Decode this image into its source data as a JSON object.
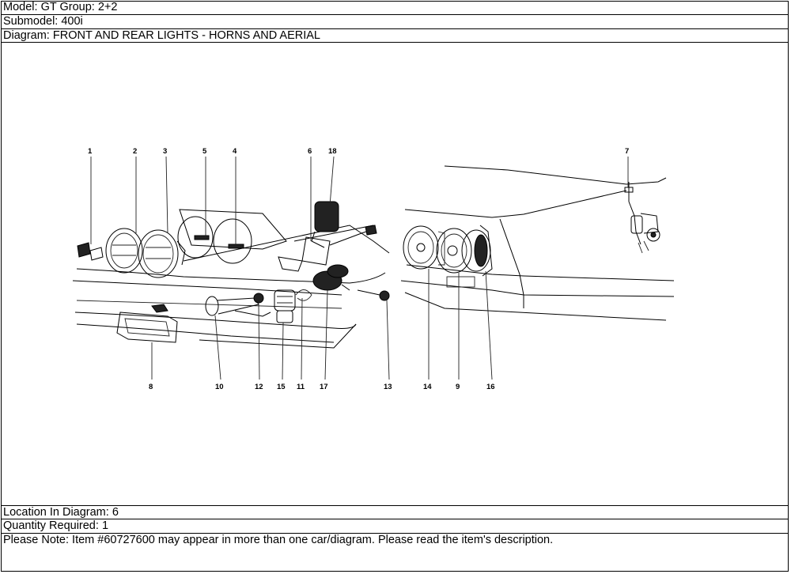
{
  "header": {
    "model_label": "Model:",
    "model_value": "GT Group: 2+2",
    "submodel_label": "Submodel:",
    "submodel_value": "400i",
    "diagram_label": "Diagram:",
    "diagram_value": "FRONT AND REAR LIGHTS - HORNS AND AERIAL"
  },
  "diagram": {
    "callouts": [
      "1",
      "2",
      "3",
      "5",
      "4",
      "6",
      "18",
      "7",
      "8",
      "10",
      "12",
      "15",
      "11",
      "17",
      "13",
      "14",
      "9",
      "16"
    ]
  },
  "footer": {
    "location_label": "Location In Diagram:",
    "location_value": "6",
    "quantity_label": "Quantity Required:",
    "quantity_value": "1",
    "note": "Please Note: Item #60727600 may appear in more than one car/diagram. Please read the item's description."
  }
}
